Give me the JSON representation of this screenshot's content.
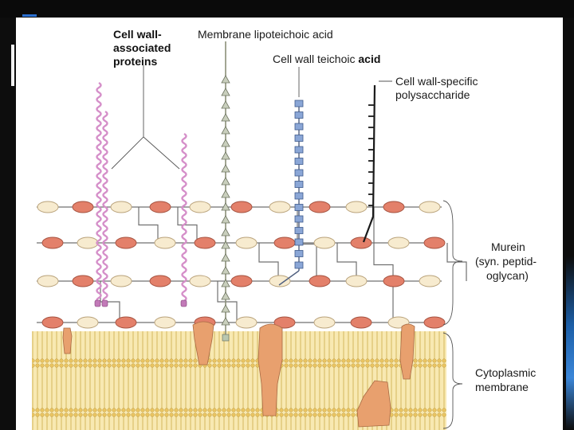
{
  "labels": {
    "proteins_line1": "Cell wall-",
    "proteins_line2": "associated",
    "proteins_line3": "proteins",
    "lipoteichoic": "Membrane lipoteichoic acid",
    "teichoic_prefix": "Cell wall teichoic ",
    "teichoic_bold": "acid",
    "polysaccharide_line1": "Cell wall-specific",
    "polysaccharide_line2": "polysaccharide",
    "murein_line1": "Murein",
    "murein_line2": "(syn. peptid-",
    "murein_line3": "oglycan)",
    "membrane_line1": "Cytoplasmic",
    "membrane_line2": "membrane"
  },
  "colors": {
    "glycan_light": "#f7ebcf",
    "glycan_dark": "#e3806a",
    "lipid_head": "#e9c462",
    "membrane_fill": "#f8e9b2",
    "protein": "#e8a06e",
    "teichoic_bead": "#8aa6d6",
    "wall_protein": "#d58fc9"
  }
}
